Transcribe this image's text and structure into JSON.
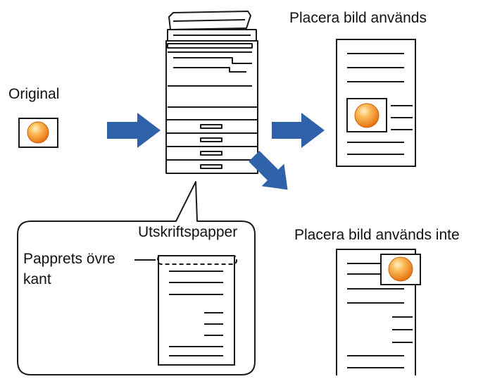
{
  "labels": {
    "original": "Original",
    "top_result": "Placera bild används",
    "bottom_result": "Placera bild används inte",
    "callout_paper": "Utskriftspapper",
    "callout_edge_line1": "Papprets övre",
    "callout_edge_line2": "kant"
  },
  "colors": {
    "arrow": "#2F62A8",
    "orange_light": "#FDD08A",
    "orange_dark": "#EE7A12",
    "frame": "#1A1A1A"
  }
}
